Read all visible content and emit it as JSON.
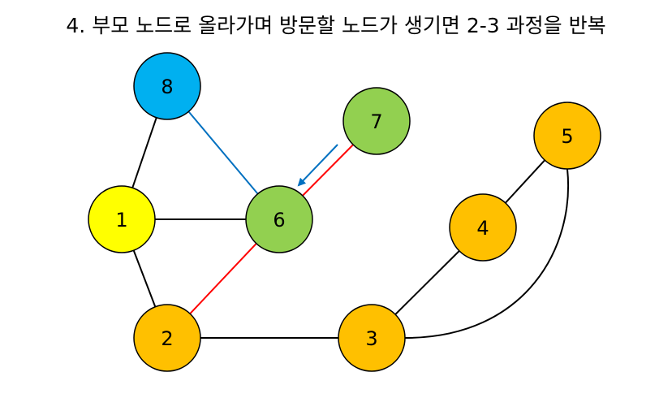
{
  "title": "4. 부모 노드로 올라가며 방문할 노드가 생기면 2-3 과정을 반복",
  "colors": {
    "yellow": "#FFFF00",
    "orange": "#FFC000",
    "green": "#92D050",
    "blue": "#00B0F0",
    "edge_black": "#000000",
    "edge_red": "#FF0000",
    "edge_blue": "#0070C0",
    "arrow": "#0070C0"
  },
  "nodes": [
    {
      "id": "1",
      "label": "1",
      "color": "yellow"
    },
    {
      "id": "2",
      "label": "2",
      "color": "orange"
    },
    {
      "id": "3",
      "label": "3",
      "color": "orange"
    },
    {
      "id": "4",
      "label": "4",
      "color": "orange"
    },
    {
      "id": "5",
      "label": "5",
      "color": "orange"
    },
    {
      "id": "6",
      "label": "6",
      "color": "green"
    },
    {
      "id": "7",
      "label": "7",
      "color": "green"
    },
    {
      "id": "8",
      "label": "8",
      "color": "blue"
    }
  ],
  "edges": [
    {
      "from": "1",
      "to": "8",
      "color": "edge_black"
    },
    {
      "from": "1",
      "to": "6",
      "color": "edge_black"
    },
    {
      "from": "1",
      "to": "2",
      "color": "edge_black"
    },
    {
      "from": "2",
      "to": "3",
      "color": "edge_black"
    },
    {
      "from": "3",
      "to": "4",
      "color": "edge_black"
    },
    {
      "from": "4",
      "to": "5",
      "color": "edge_black"
    },
    {
      "from": "3",
      "to": "5",
      "color": "edge_black",
      "curved": true
    },
    {
      "from": "8",
      "to": "6",
      "color": "edge_blue"
    },
    {
      "from": "7",
      "to": "6",
      "color": "edge_red"
    },
    {
      "from": "2",
      "to": "6",
      "color": "edge_red"
    }
  ],
  "traversal_arrow": {
    "from": "7",
    "to": "6",
    "color": "arrow"
  }
}
